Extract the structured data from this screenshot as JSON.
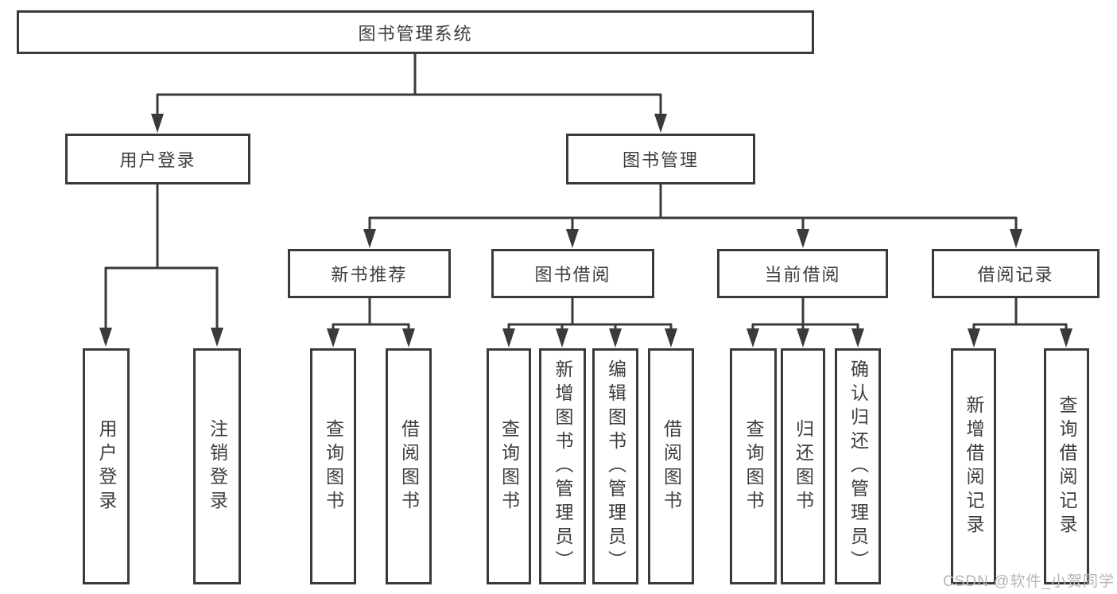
{
  "diagram": {
    "root": {
      "label": "图书管理系统"
    },
    "level2": [
      {
        "label": "用户登录"
      },
      {
        "label": "图书管理"
      }
    ],
    "level3": [
      {
        "label": "新书推荐"
      },
      {
        "label": "图书借阅"
      },
      {
        "label": "当前借阅"
      },
      {
        "label": "借阅记录"
      }
    ],
    "leaves": [
      {
        "label": "用户登录"
      },
      {
        "label": "注销登录"
      },
      {
        "label": "查询图书"
      },
      {
        "label": "借阅图书"
      },
      {
        "label": "查询图书"
      },
      {
        "label": "新增图书（管理员）"
      },
      {
        "label": "编辑图书（管理员）"
      },
      {
        "label": "借阅图书"
      },
      {
        "label": "查询图书"
      },
      {
        "label": "归还图书"
      },
      {
        "label": "确认归还（管理员）"
      },
      {
        "label": "新增借阅记录"
      },
      {
        "label": "查询借阅记录"
      }
    ]
  },
  "watermark": {
    "text": "CSDN @软件_小贺同学"
  },
  "colors": {
    "line": "#3a3a3a",
    "box_border": "#3a3a3a",
    "box_fill": "#ffffff",
    "text": "#3d3d3f",
    "watermark": "#b5b5ba"
  }
}
